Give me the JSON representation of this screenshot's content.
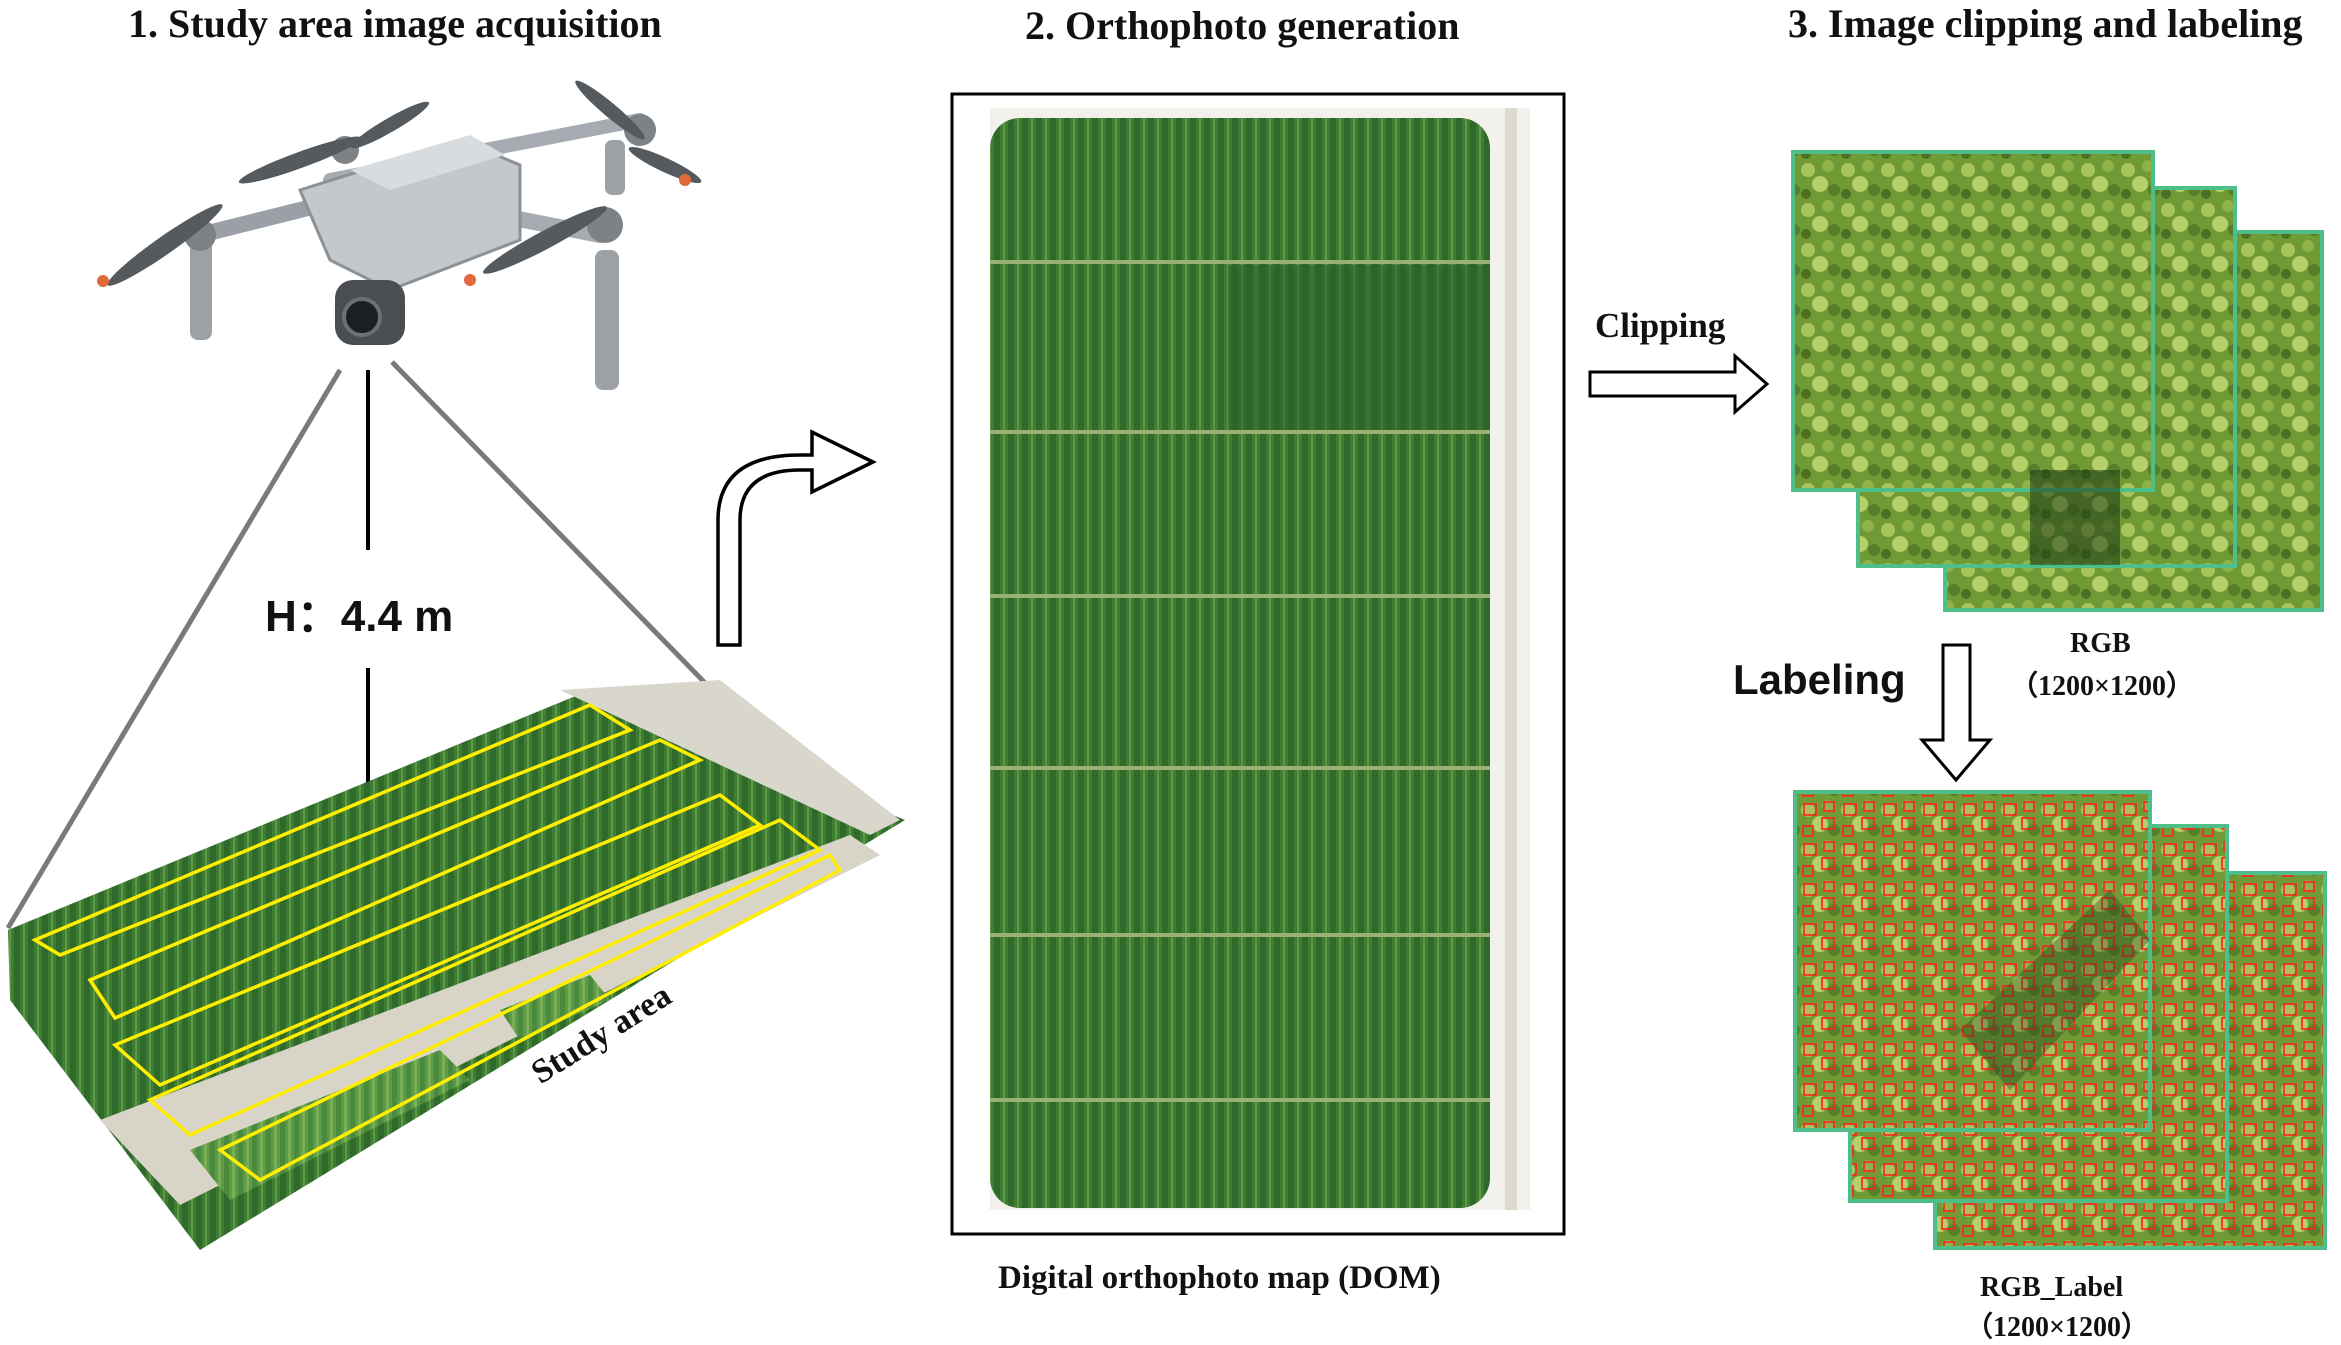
{
  "sections": {
    "s1_title": "1. Study area image acquisition",
    "s2_title": "2. Orthophoto generation",
    "s3_title": "3. Image clipping and labeling"
  },
  "panel1": {
    "height_label": "H：4.4 m",
    "area_label": "Study area"
  },
  "panel2": {
    "caption": "Digital orthophoto map (DOM)"
  },
  "panel3": {
    "clip_label": "Clipping",
    "label_step": "Labeling",
    "rgb_name": "RGB",
    "rgb_size": "（1200×1200）",
    "label_name": "RGB_Label",
    "label_size": "（1200×1200）"
  },
  "colors": {
    "frame_green": "#4fbf8a",
    "plot_outline": "#ffee00",
    "box_red": "#ff2020",
    "crop_dark": "#2f6b2a",
    "crop_light": "#7fb34a"
  }
}
